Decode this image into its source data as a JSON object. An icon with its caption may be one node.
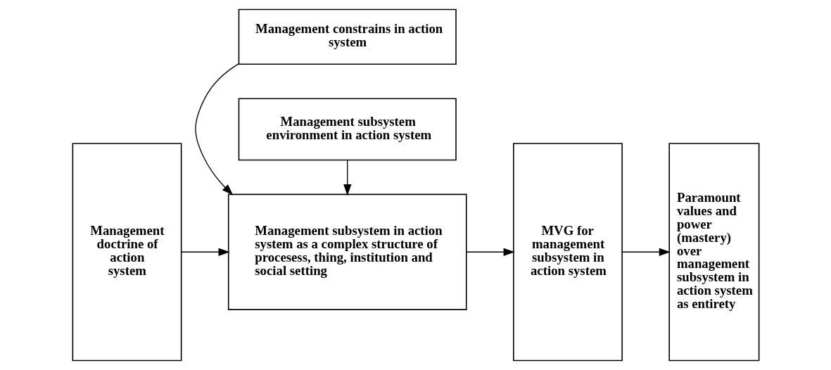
{
  "diagram": {
    "nodes": [
      {
        "text": [
          "Management doctrine of action system"
        ]
      },
      {
        "text": [
          "Management constrains in action system"
        ]
      },
      {
        "text": [
          "Management subsystem in action system as a complex structure of procesess, thing, institution and social setting"
        ]
      },
      {
        "text": [
          "Management subsystem environment in action system"
        ]
      },
      {
        "text": [
          "MVG for management subsystem in action system"
        ]
      },
      {
        "text": [
          "Paramount values and power (mastery) over management subsystem in action system as entirety"
        ]
      }
    ],
    "edges": [
      {
        "from": 1,
        "to": 2,
        "arrow": "to"
      },
      {
        "from": 0,
        "to": 2,
        "arrow": "to"
      },
      {
        "from": 3,
        "to": 2,
        "arrow": "to"
      },
      {
        "from": 2,
        "to": 4,
        "arrow": "to"
      },
      {
        "from": 4,
        "to": 5,
        "arrow": "to"
      }
    ]
  }
}
